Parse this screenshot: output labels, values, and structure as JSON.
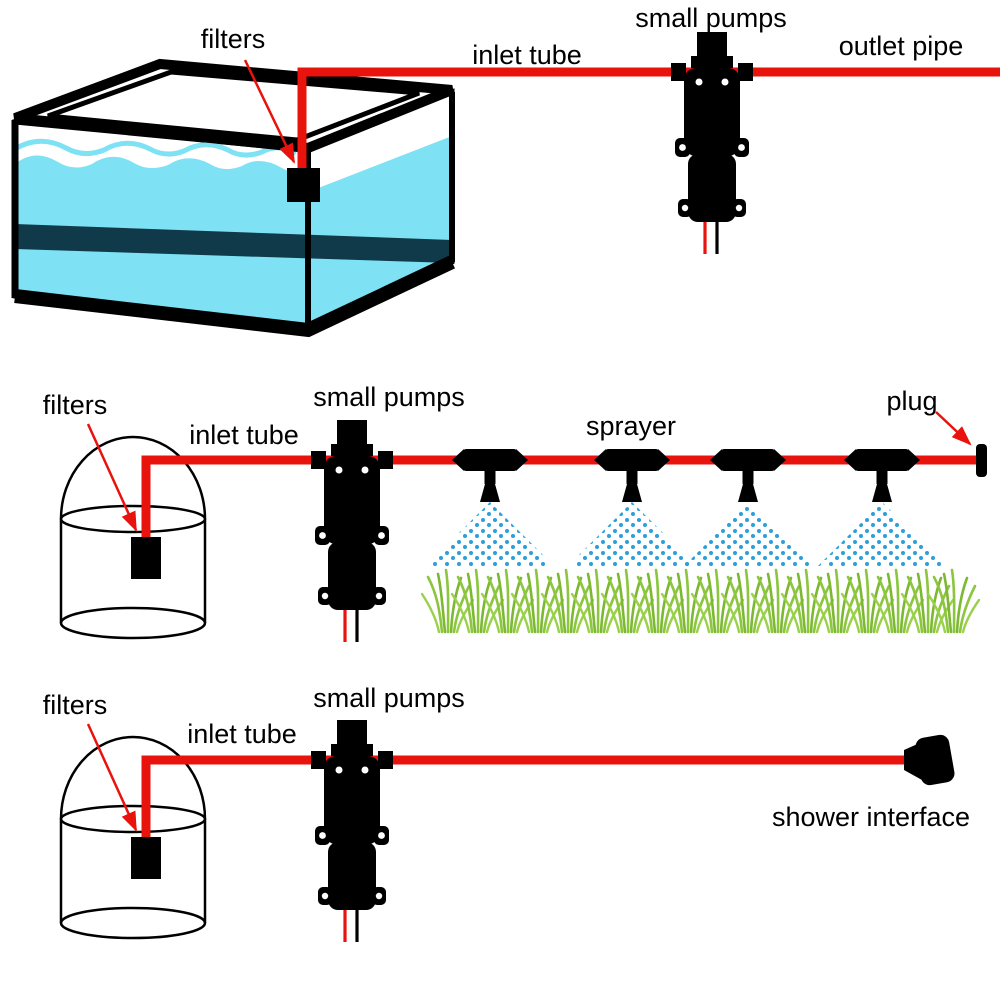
{
  "figure": {
    "colors": {
      "pipe_red": "#e8130c",
      "water_cyan": "#7ee1f4",
      "water_shadow": "#10394a",
      "spray_blue": "#2a9fd8",
      "grass_green": "#8cc63f",
      "parts_black": "#000000"
    },
    "sections": [
      {
        "id": "aquarium-system",
        "labels": {
          "filters": "filters",
          "inlet_tube": "inlet tube",
          "small_pumps": "small pumps",
          "outlet_pipe": "outlet pipe"
        }
      },
      {
        "id": "sprayer-system",
        "labels": {
          "filters": "filters",
          "inlet_tube": "inlet tube",
          "small_pumps": "small pumps",
          "sprayer": "sprayer",
          "plug": "plug"
        }
      },
      {
        "id": "shower-system",
        "labels": {
          "filters": "filters",
          "inlet_tube": "inlet tube",
          "small_pumps": "small pumps",
          "shower_interface": "shower interface"
        }
      }
    ]
  }
}
